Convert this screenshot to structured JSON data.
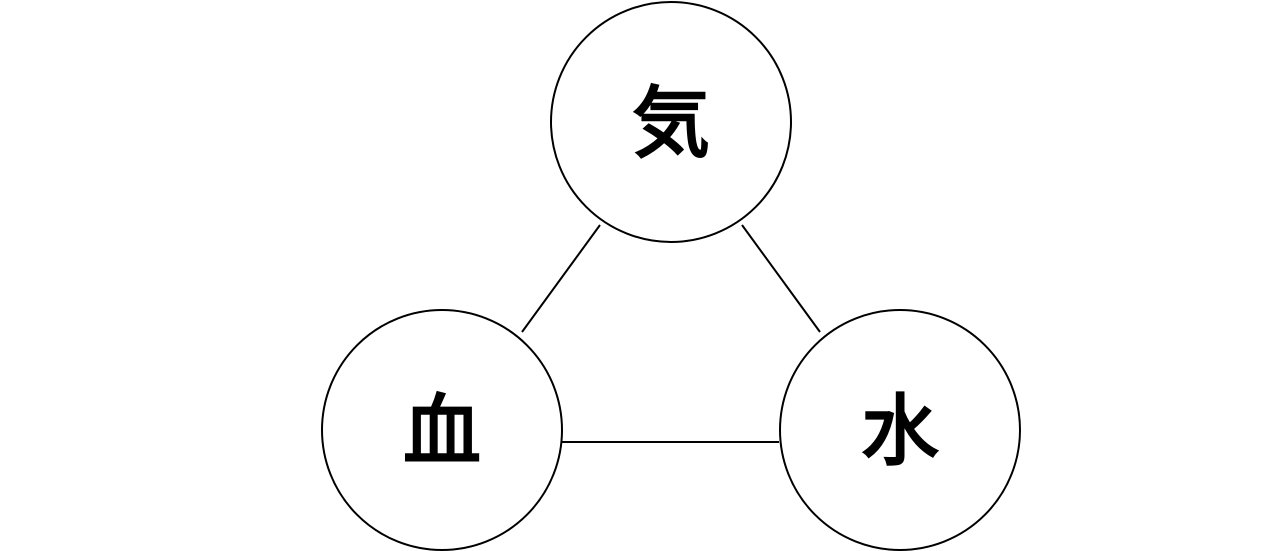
{
  "diagram": {
    "nodes": [
      {
        "id": "ki",
        "label": "気"
      },
      {
        "id": "ketsu",
        "label": "血"
      },
      {
        "id": "sui",
        "label": "水"
      }
    ],
    "edges": [
      {
        "from": "ki",
        "to": "ketsu"
      },
      {
        "from": "ki",
        "to": "sui"
      },
      {
        "from": "ketsu",
        "to": "sui"
      }
    ],
    "colors": {
      "stroke": "#000000",
      "fill": "#ffffff",
      "text": "#000000"
    }
  }
}
